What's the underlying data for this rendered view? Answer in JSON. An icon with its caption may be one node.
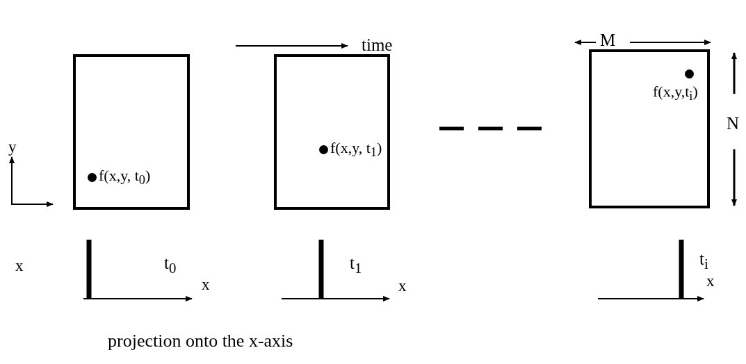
{
  "diagram": {
    "caption": "projection onto the x-axis",
    "nodes": [
      {
        "text": [
          "f(x,y, t$_{0}$)"
        ],
        "beside": [
          "t$_{0}$"
        ]
      },
      {
        "text": [
          "f(x,y, t$_{1}$)"
        ],
        "beside": [
          "t$_{1}$"
        ]
      },
      {
        "text": [
          "f(x,y,t$_{i}$)"
        ],
        "beside": [
          "t$_{i}$"
        ]
      }
    ],
    "labels": [
      "M",
      "time",
      "N",
      "y",
      "x",
      "x",
      "x",
      "x"
    ]
  }
}
